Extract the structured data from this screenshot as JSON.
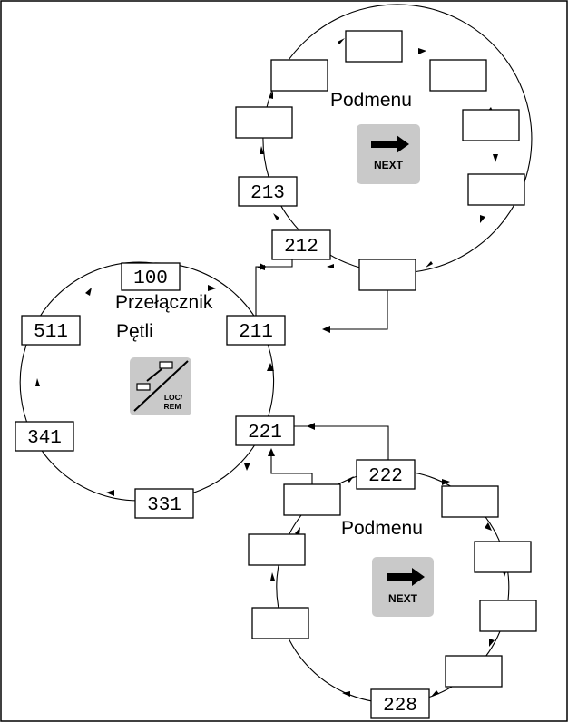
{
  "loop_switch": {
    "label_line1": "Przełącznik",
    "label_line2": "Pętli",
    "button_text_line1": "LOC/",
    "button_text_line2": "REM",
    "boxes": [
      "100",
      "511",
      "341",
      "331",
      "211"
    ]
  },
  "submenu_top": {
    "label": "Podmenu",
    "button_text": "NEXT",
    "boxes": [
      "212",
      "213"
    ]
  },
  "submenu_bottom": {
    "label": "Podmenu",
    "button_text": "NEXT",
    "boxes": [
      "221",
      "222",
      "228"
    ]
  }
}
